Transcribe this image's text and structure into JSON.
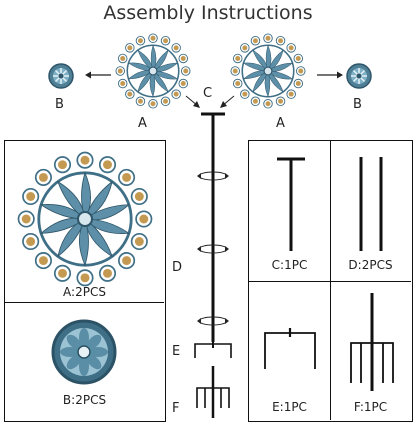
{
  "title": "Assembly Instructions",
  "labels": {
    "a_left": "A",
    "a_right": "A",
    "b_left": "B",
    "b_right": "B",
    "c_top": "C",
    "d_mid": "D",
    "e_mid": "E",
    "f_mid": "F"
  },
  "left_panel": {
    "a_caption": "A:2PCS",
    "b_caption": "B:2PCS"
  },
  "right_panel": {
    "c_caption": "C:1PC",
    "d_caption": "D:2PCS",
    "e_caption": "E:1PC",
    "f_caption": "F:1PC"
  },
  "colors": {
    "blade_blue": "#5d8fa8",
    "gold": "#c49a52",
    "frame": "#111111"
  }
}
